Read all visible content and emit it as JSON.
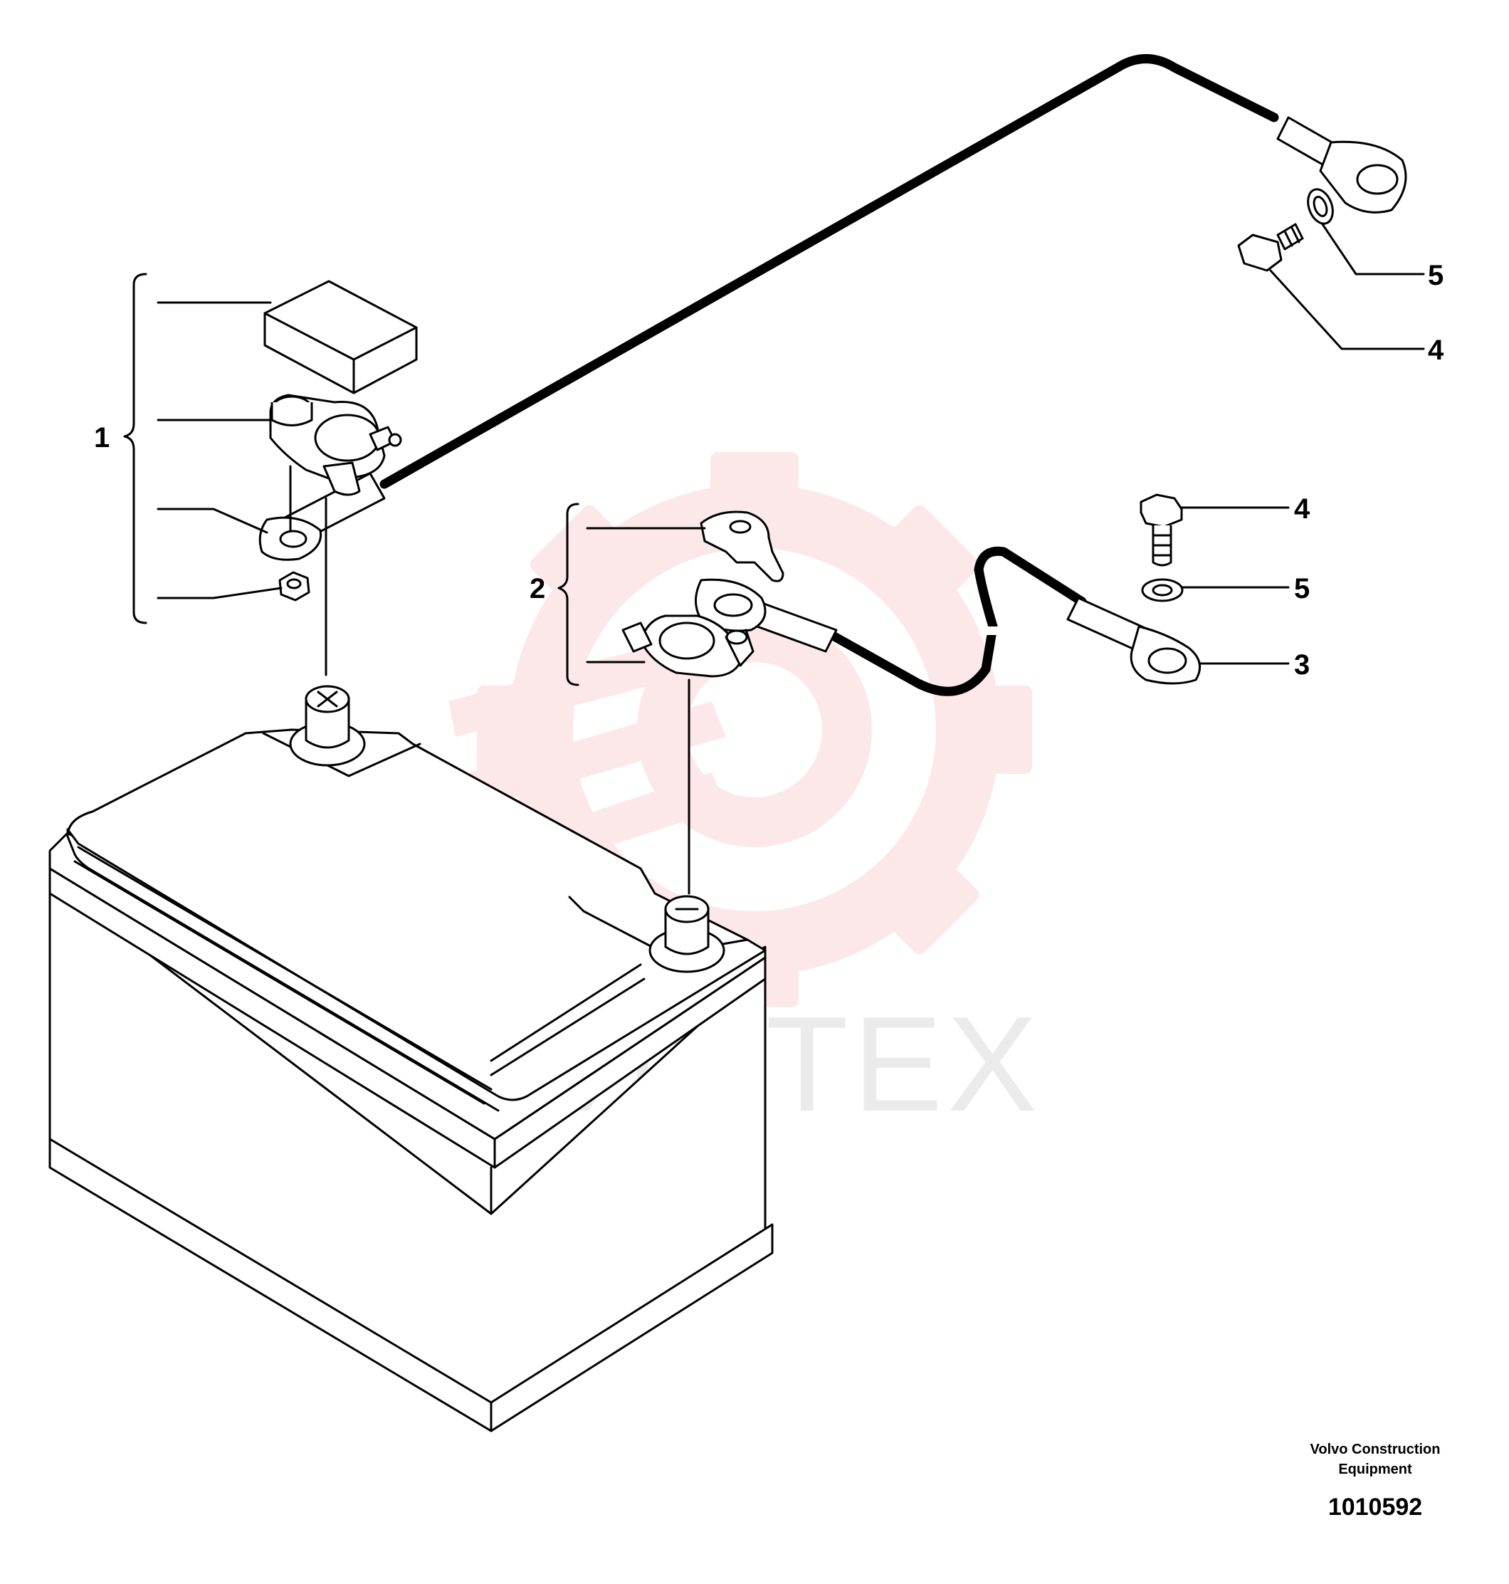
{
  "diagram": {
    "callouts": [
      {
        "id": "1",
        "label": "1"
      },
      {
        "id": "2",
        "label": "2"
      },
      {
        "id": "3",
        "label": "3"
      },
      {
        "id": "4a",
        "label": "4"
      },
      {
        "id": "4b",
        "label": "4"
      },
      {
        "id": "5a",
        "label": "5"
      },
      {
        "id": "5b",
        "label": "5"
      }
    ],
    "credit": {
      "line1": "Volvo Construction",
      "line2": "Equipment"
    },
    "document_number": "1010592",
    "watermark": {
      "text": "ИНТЕХ",
      "color": "#e23b3b"
    }
  }
}
